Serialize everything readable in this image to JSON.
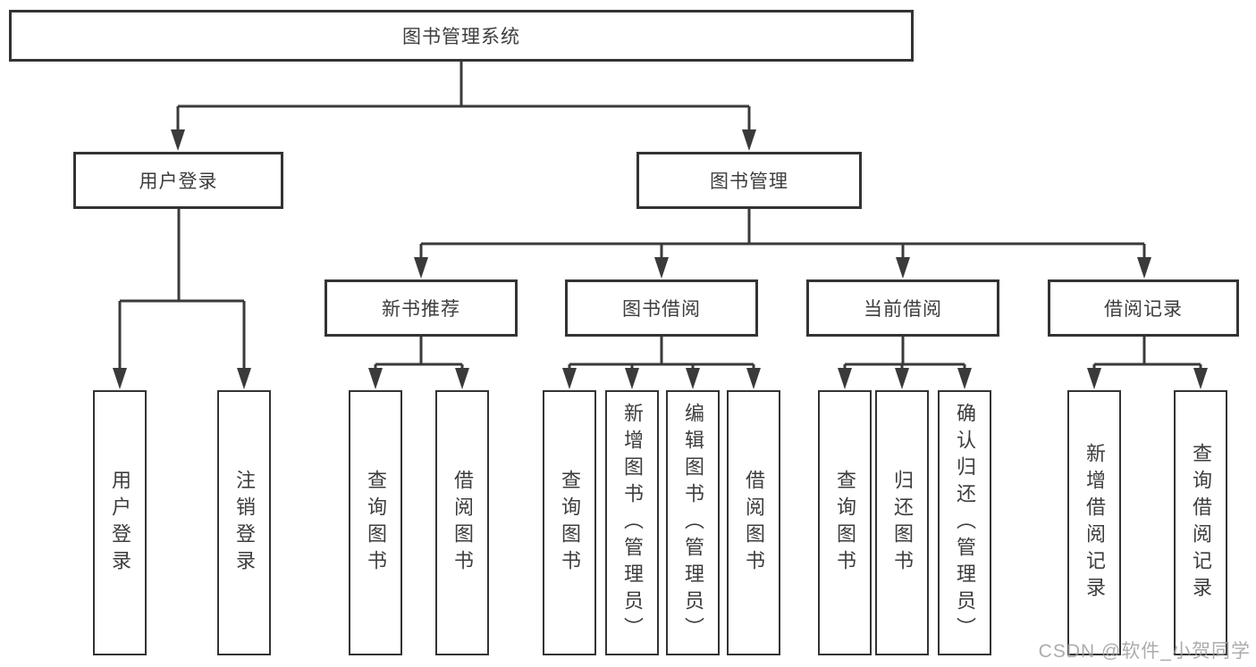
{
  "diagram": {
    "root": {
      "label": "图书管理系统"
    },
    "level2": [
      {
        "label": "用户登录"
      },
      {
        "label": "图书管理"
      }
    ],
    "level3": [
      {
        "label": "新书推荐"
      },
      {
        "label": "图书借阅"
      },
      {
        "label": "当前借阅"
      },
      {
        "label": "借阅记录"
      }
    ],
    "leaves": [
      {
        "label": "用户登录"
      },
      {
        "label": "注销登录"
      },
      {
        "label": "查询图书"
      },
      {
        "label": "借阅图书"
      },
      {
        "label": "查询图书"
      },
      {
        "label": "新增图书（管理员）"
      },
      {
        "label": "编辑图书（管理员）"
      },
      {
        "label": "借阅图书"
      },
      {
        "label": "查询图书"
      },
      {
        "label": "归还图书"
      },
      {
        "label": "确认归还（管理员）"
      },
      {
        "label": "新增借阅记录"
      },
      {
        "label": "查询借阅记录"
      }
    ]
  },
  "watermark": {
    "text": "CSDN @软件_小贺同学"
  },
  "colors": {
    "line": "#3a3a3a",
    "border": "#333333",
    "text": "#3d3d3d",
    "background": "#ffffff",
    "watermark": "#9e9e9e"
  }
}
